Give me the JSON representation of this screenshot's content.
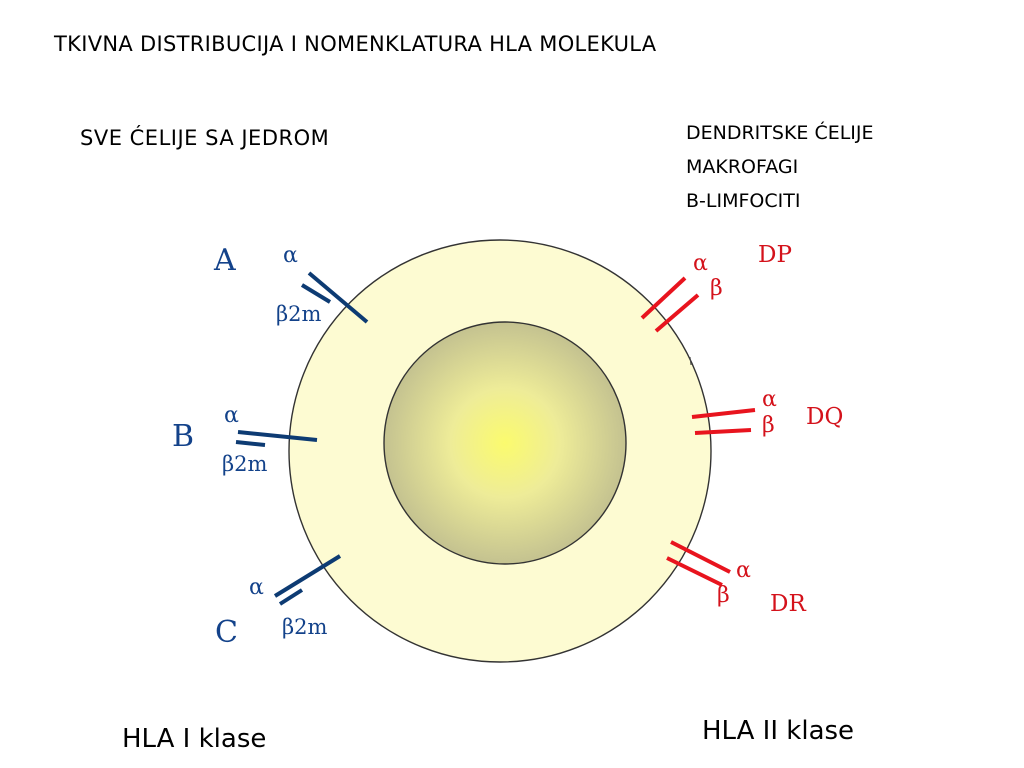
{
  "title": "TKIVNA DISTRIBUCIJA I NOMENKLATURA HLA MOLEKULA",
  "left_cells": "SVE ĆELIJE SA JEDROM",
  "right_cells": [
    "DENDRITSKE ĆELIJE",
    "MAKROFAGI",
    "B-LIMFOCITI"
  ],
  "class1": {
    "label": "HLA I klase",
    "molecules": [
      {
        "name": "A",
        "alpha": "α",
        "beta2m": "β2m"
      },
      {
        "name": "B",
        "alpha": "α",
        "beta2m": "β2m"
      },
      {
        "name": "C",
        "alpha": "α",
        "beta2m": "β2m"
      }
    ]
  },
  "class2": {
    "label": "HLA II klase",
    "molecules": [
      {
        "name": "DP",
        "alpha": "α",
        "beta": "β"
      },
      {
        "name": "DQ",
        "alpha": "α",
        "beta": "β"
      },
      {
        "name": "DR",
        "alpha": "α",
        "beta": "β"
      }
    ]
  },
  "colors": {
    "class1": "#0d3b73",
    "class2": "#e8141e",
    "class1_text": "#13428a",
    "class2_text": "#d4121b",
    "cytoplasm": "#fdfbd2",
    "nucleus_center": "#fbfb6e",
    "nucleus_edge": "#c4c290"
  }
}
